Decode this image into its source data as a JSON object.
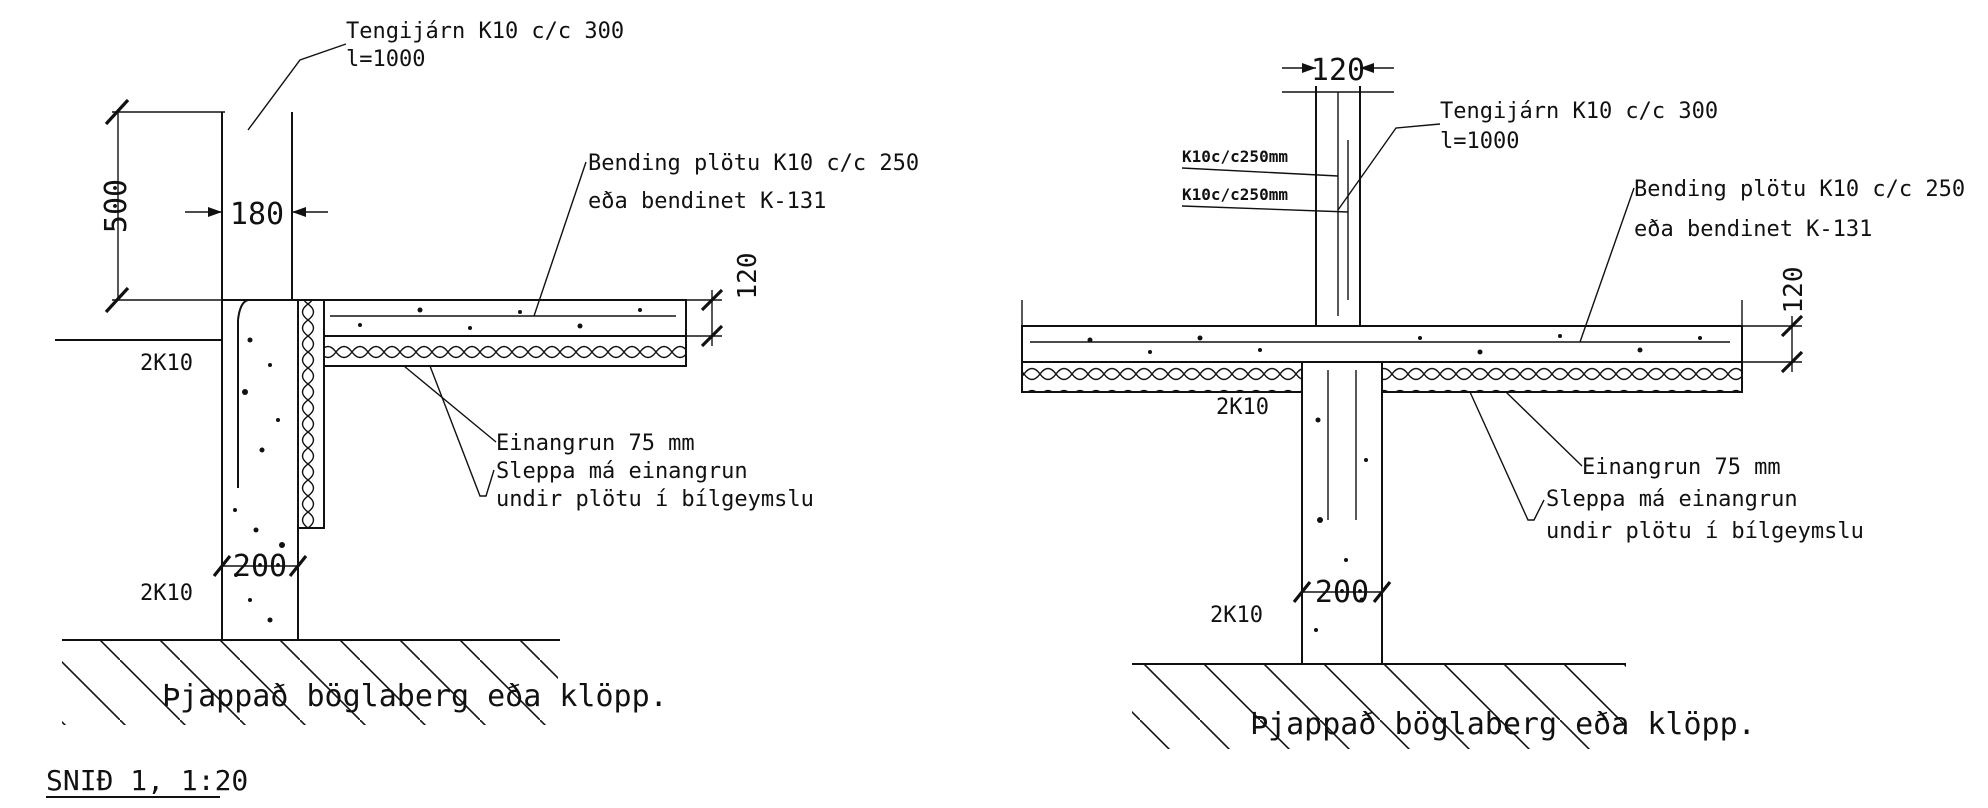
{
  "left": {
    "tengijarn": {
      "line1": "Tengijárn K10 c/c 300",
      "line2": "l=1000"
    },
    "bending": {
      "line1": "Bending plötu K10 c/c 250",
      "line2": "eða bendinet K-131"
    },
    "einangrun": {
      "line1": "Einangrun 75 mm",
      "line2": "Sleppa má einangrun",
      "line3": "undir plötu í bílgeymslu"
    },
    "dims": {
      "d500": "500",
      "d180": "180",
      "d120": "120",
      "d200": "200"
    },
    "rebar_top": "2K10",
    "rebar_bottom": "2K10",
    "ground": "Þjappað böglaberg eða klöpp.",
    "title": "SNIÐ 1, 1:20"
  },
  "right": {
    "dims": {
      "d120_top": "120",
      "d120_side": "120",
      "d200": "200"
    },
    "k10_a": "K10c/c250mm",
    "k10_b": "K10c/c250mm",
    "tengijarn": {
      "line1": "Tengijárn K10 c/c 300",
      "line2": "l=1000"
    },
    "bending": {
      "line1": "Bending plötu K10 c/c 250",
      "line2": "eða bendinet K-131"
    },
    "einangrun": {
      "line1": "Einangrun 75 mm",
      "line2": "Sleppa má einangrun",
      "line3": "undir plötu í bílgeymslu"
    },
    "rebar_top": "2K10",
    "rebar_bottom": "2K10",
    "ground": "Þjappað böglaberg eða klöpp."
  }
}
